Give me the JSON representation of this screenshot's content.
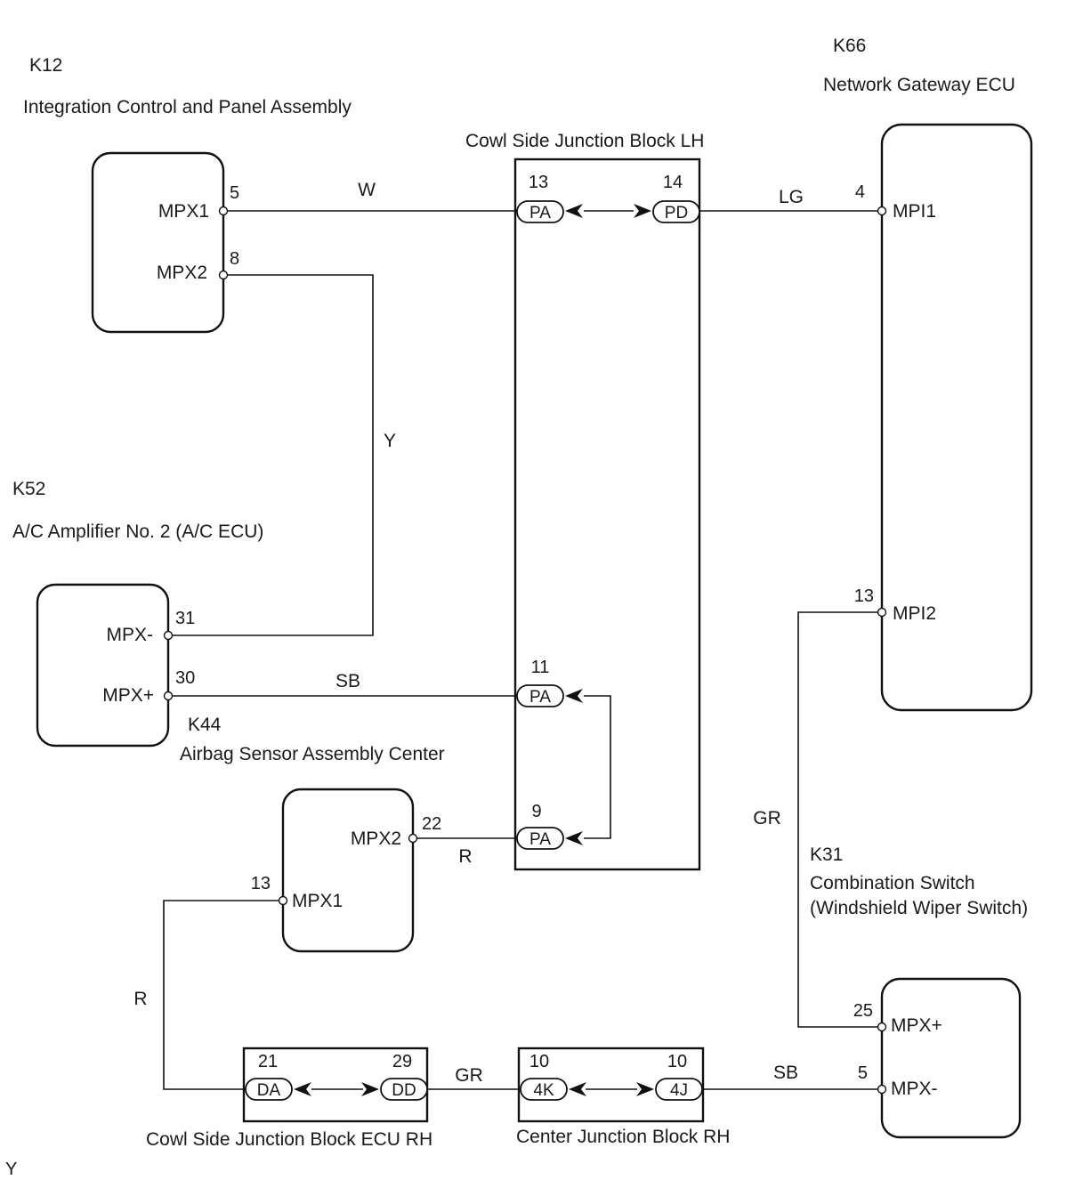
{
  "components": {
    "k12": {
      "code": "K12",
      "name": "Integration Control and Panel Assembly",
      "pin_mpx1": "MPX1",
      "pin_mpx1_num": "5",
      "pin_mpx2": "MPX2",
      "pin_mpx2_num": "8"
    },
    "k66": {
      "code": "K66",
      "name": "Network Gateway ECU",
      "pin_mpi1": "MPI1",
      "pin_mpi1_num": "4",
      "pin_mpi2": "MPI2",
      "pin_mpi2_num": "13"
    },
    "k52": {
      "code": "K52",
      "name": "A/C Amplifier No. 2 (A/C ECU)",
      "pin_mpxm": "MPX-",
      "pin_mpxm_num": "31",
      "pin_mpxp": "MPX+",
      "pin_mpxp_num": "30"
    },
    "k44": {
      "code": "K44",
      "name": "Airbag Sensor Assembly Center",
      "pin_mpx2": "MPX2",
      "pin_mpx2_num": "22",
      "pin_mpx1": "MPX1",
      "pin_mpx1_num": "13"
    },
    "k31": {
      "code": "K31",
      "name_line1": "Combination Switch",
      "name_line2": "(Windshield Wiper Switch)",
      "pin_mpxp": "MPX+",
      "pin_mpxp_num": "25",
      "pin_mpxm": "MPX-",
      "pin_mpxm_num": "5"
    }
  },
  "junction_blocks": {
    "cowl_lh": {
      "name": "Cowl Side Junction Block LH",
      "c1": {
        "plug": "PA",
        "num": "13"
      },
      "c2": {
        "plug": "PD",
        "num": "14"
      },
      "c3": {
        "plug": "PA",
        "num": "11"
      },
      "c4": {
        "plug": "PA",
        "num": "9"
      }
    },
    "cowl_rh": {
      "name": "Cowl Side Junction Block ECU RH",
      "c1": {
        "plug": "DA",
        "num": "21"
      },
      "c2": {
        "plug": "DD",
        "num": "29"
      }
    },
    "center_rh": {
      "name": "Center Junction Block RH",
      "c1": {
        "plug": "4K",
        "num": "10"
      },
      "c2": {
        "plug": "4J",
        "num": "10"
      }
    }
  },
  "wires": {
    "w1": "W",
    "w2": "LG",
    "w3": "Y",
    "w4": "SB",
    "w5": "R",
    "w6": "R",
    "w7": "GR",
    "w8": "SB",
    "w9": "GR"
  },
  "footer": "Y"
}
